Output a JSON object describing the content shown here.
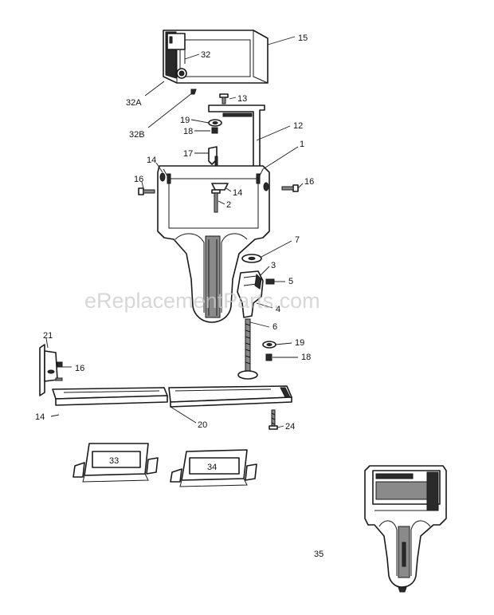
{
  "watermark": "eReplacementParts.com",
  "callouts": {
    "c15": "15",
    "c32": "32",
    "c32A": "32A",
    "c32B": "32B",
    "c13": "13",
    "c12": "12",
    "c19a": "19",
    "c18a": "18",
    "c1": "1",
    "c17": "17",
    "c14a": "14",
    "c14b": "14",
    "c16a": "16",
    "c16b": "16",
    "c2": "2",
    "c7": "7",
    "c3": "3",
    "c5": "5",
    "c4": "4",
    "c6": "6",
    "c19b": "19",
    "c18b": "18",
    "c21": "21",
    "c16c": "16",
    "c14c": "14",
    "c20": "20",
    "c24": "24",
    "c33": "33",
    "c34": "34",
    "c35": "35"
  }
}
